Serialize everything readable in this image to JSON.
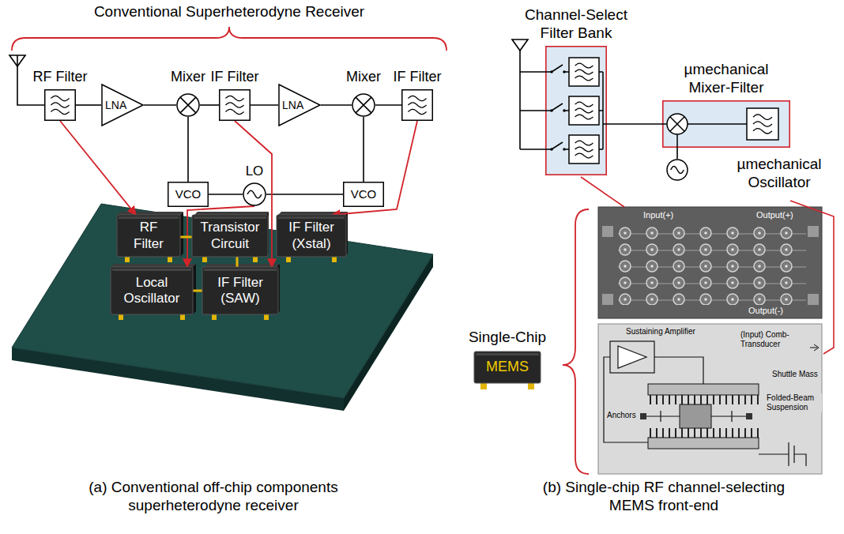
{
  "diagram": {
    "nodes": [
      {
        "text": [
          "RF Filter"
        ]
      },
      {
        "text": [
          "LNA"
        ]
      },
      {
        "text": [
          "Mixer"
        ]
      },
      {
        "text": [
          "IF Filter"
        ]
      },
      {
        "text": [
          "LNA"
        ]
      },
      {
        "text": [
          "Mixer"
        ]
      },
      {
        "text": [
          "IF Filter"
        ]
      },
      {
        "text": [
          "VCO"
        ]
      },
      {
        "text": [
          "LO"
        ]
      },
      {
        "text": [
          "VCO"
        ]
      },
      {
        "text": [
          "RF Filter"
        ]
      },
      {
        "text": [
          "Transistor Circuit"
        ]
      },
      {
        "text": [
          "IF Filter (Xstal)"
        ]
      },
      {
        "text": [
          "Local Oscillator"
        ]
      },
      {
        "text": [
          "IF Filter (SAW)"
        ]
      },
      {
        "text": [
          "Channel-Select Filter Bank"
        ]
      },
      {
        "text": [
          "µmechanical Mixer-Filter"
        ]
      },
      {
        "text": [
          "µmechanical Oscillator"
        ]
      },
      {
        "text": [
          "Single-Chip",
          "MEMS"
        ]
      }
    ],
    "edges": [
      {
        "from": 0,
        "to": 1,
        "arrow": "none"
      },
      {
        "from": 1,
        "to": 2,
        "arrow": "none"
      },
      {
        "from": 2,
        "to": 3,
        "arrow": "none"
      },
      {
        "from": 3,
        "to": 4,
        "arrow": "none"
      },
      {
        "from": 4,
        "to": 5,
        "arrow": "none"
      },
      {
        "from": 5,
        "to": 6,
        "arrow": "none"
      },
      {
        "from": 7,
        "to": 2,
        "arrow": "none"
      },
      {
        "from": 9,
        "to": 5,
        "arrow": "none"
      },
      {
        "from": 8,
        "to": 7,
        "arrow": "none"
      },
      {
        "from": 8,
        "to": 9,
        "arrow": "none"
      },
      {
        "from": 0,
        "to": 10,
        "arrow": "to"
      },
      {
        "from": 8,
        "to": 13,
        "arrow": "to"
      },
      {
        "from": 3,
        "to": 14,
        "arrow": "to"
      },
      {
        "from": 6,
        "to": 12,
        "arrow": "to"
      },
      {
        "from": 10,
        "to": 11,
        "arrow": "none"
      },
      {
        "from": 11,
        "to": 14,
        "arrow": "none"
      },
      {
        "from": 13,
        "to": 14,
        "arrow": "none"
      },
      {
        "from": 15,
        "to": 16,
        "arrow": "none"
      },
      {
        "from": 17,
        "to": 16,
        "arrow": "none"
      }
    ],
    "labels": [
      "Conventional Superheterodyne Receiver",
      "(a) Conventional off-chip components superheterodyne receiver",
      "(b) Single-chip RF channel-selecting MEMS front-end",
      "Input(+)",
      "Output(+)",
      "Output(-)",
      "Sustaining Amplifier",
      "(Input) Comb-Transducer",
      "Shuttle Mass",
      "Folded-Beam Suspension",
      "Anchors"
    ]
  }
}
